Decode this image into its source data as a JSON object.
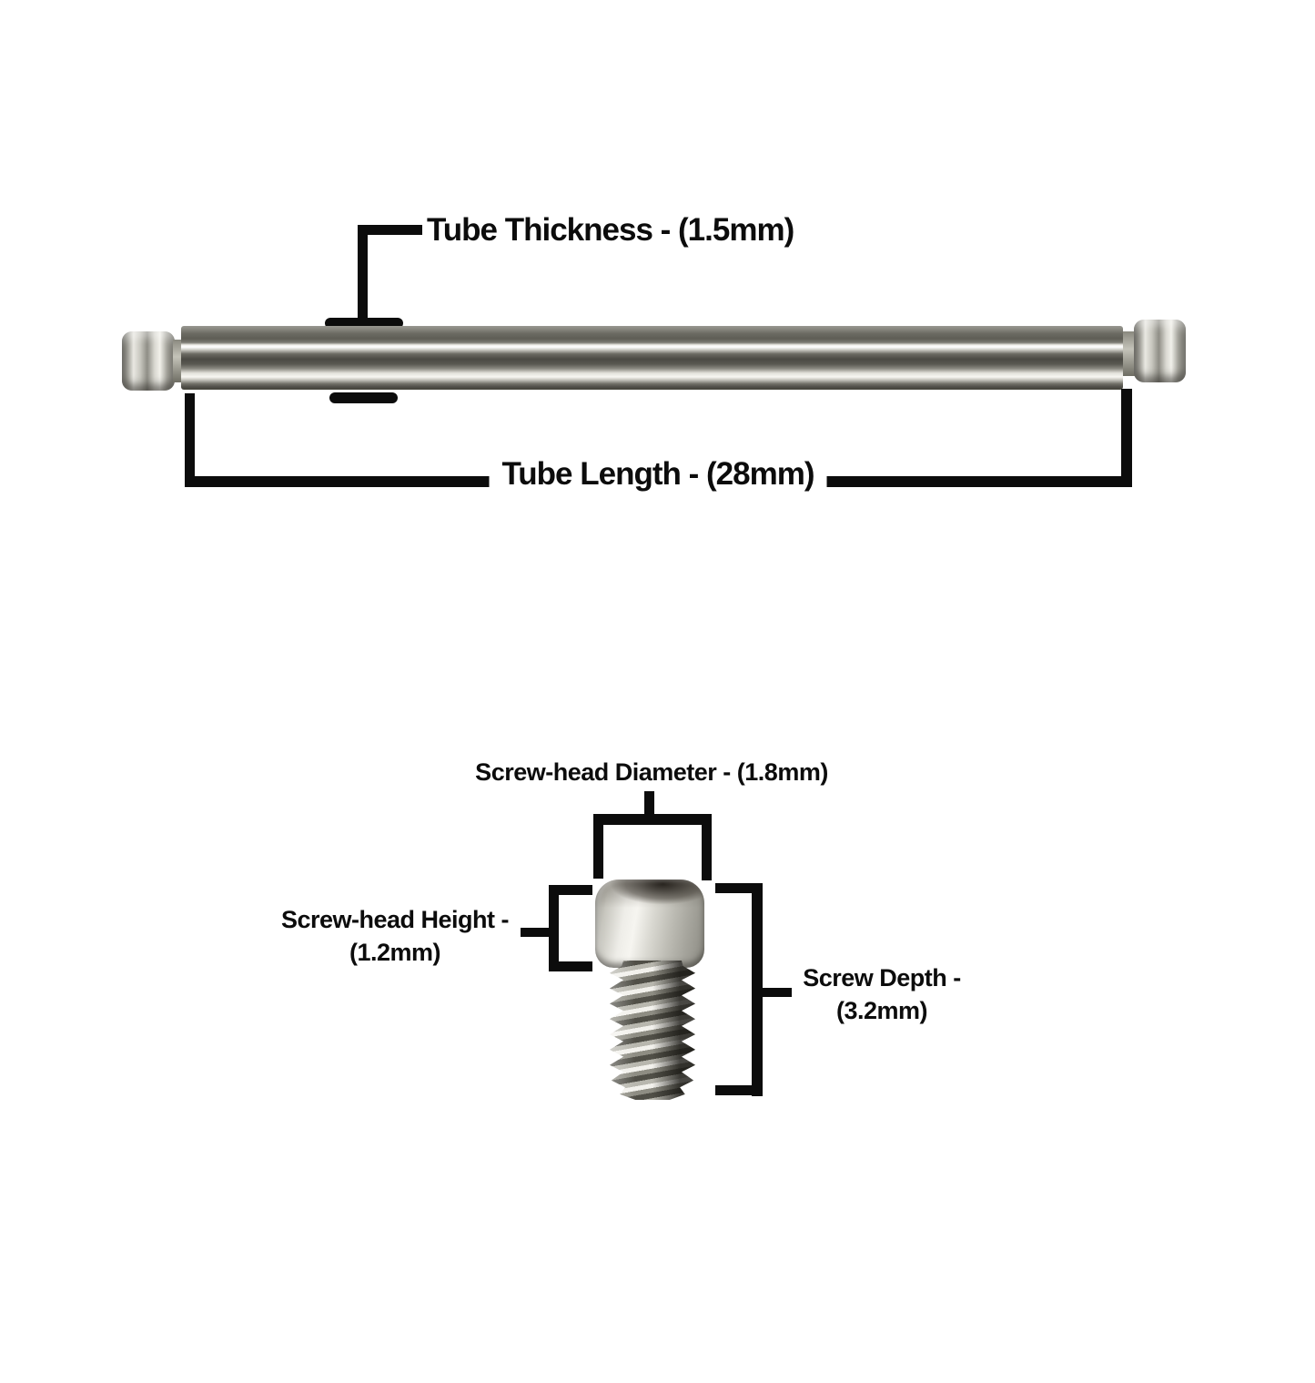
{
  "colors": {
    "background": "#ffffff",
    "annotation": "#0c0c0c"
  },
  "tube": {
    "thickness_label": "Tube Thickness - (1.5mm)",
    "length_label": "Tube Length - (28mm)"
  },
  "screw": {
    "diameter_label": "Screw-head Diameter - (1.8mm)",
    "height_label": [
      "Screw-head Height -",
      "(1.2mm)"
    ],
    "depth_label": [
      "Screw Depth -",
      "(3.2mm)"
    ]
  }
}
